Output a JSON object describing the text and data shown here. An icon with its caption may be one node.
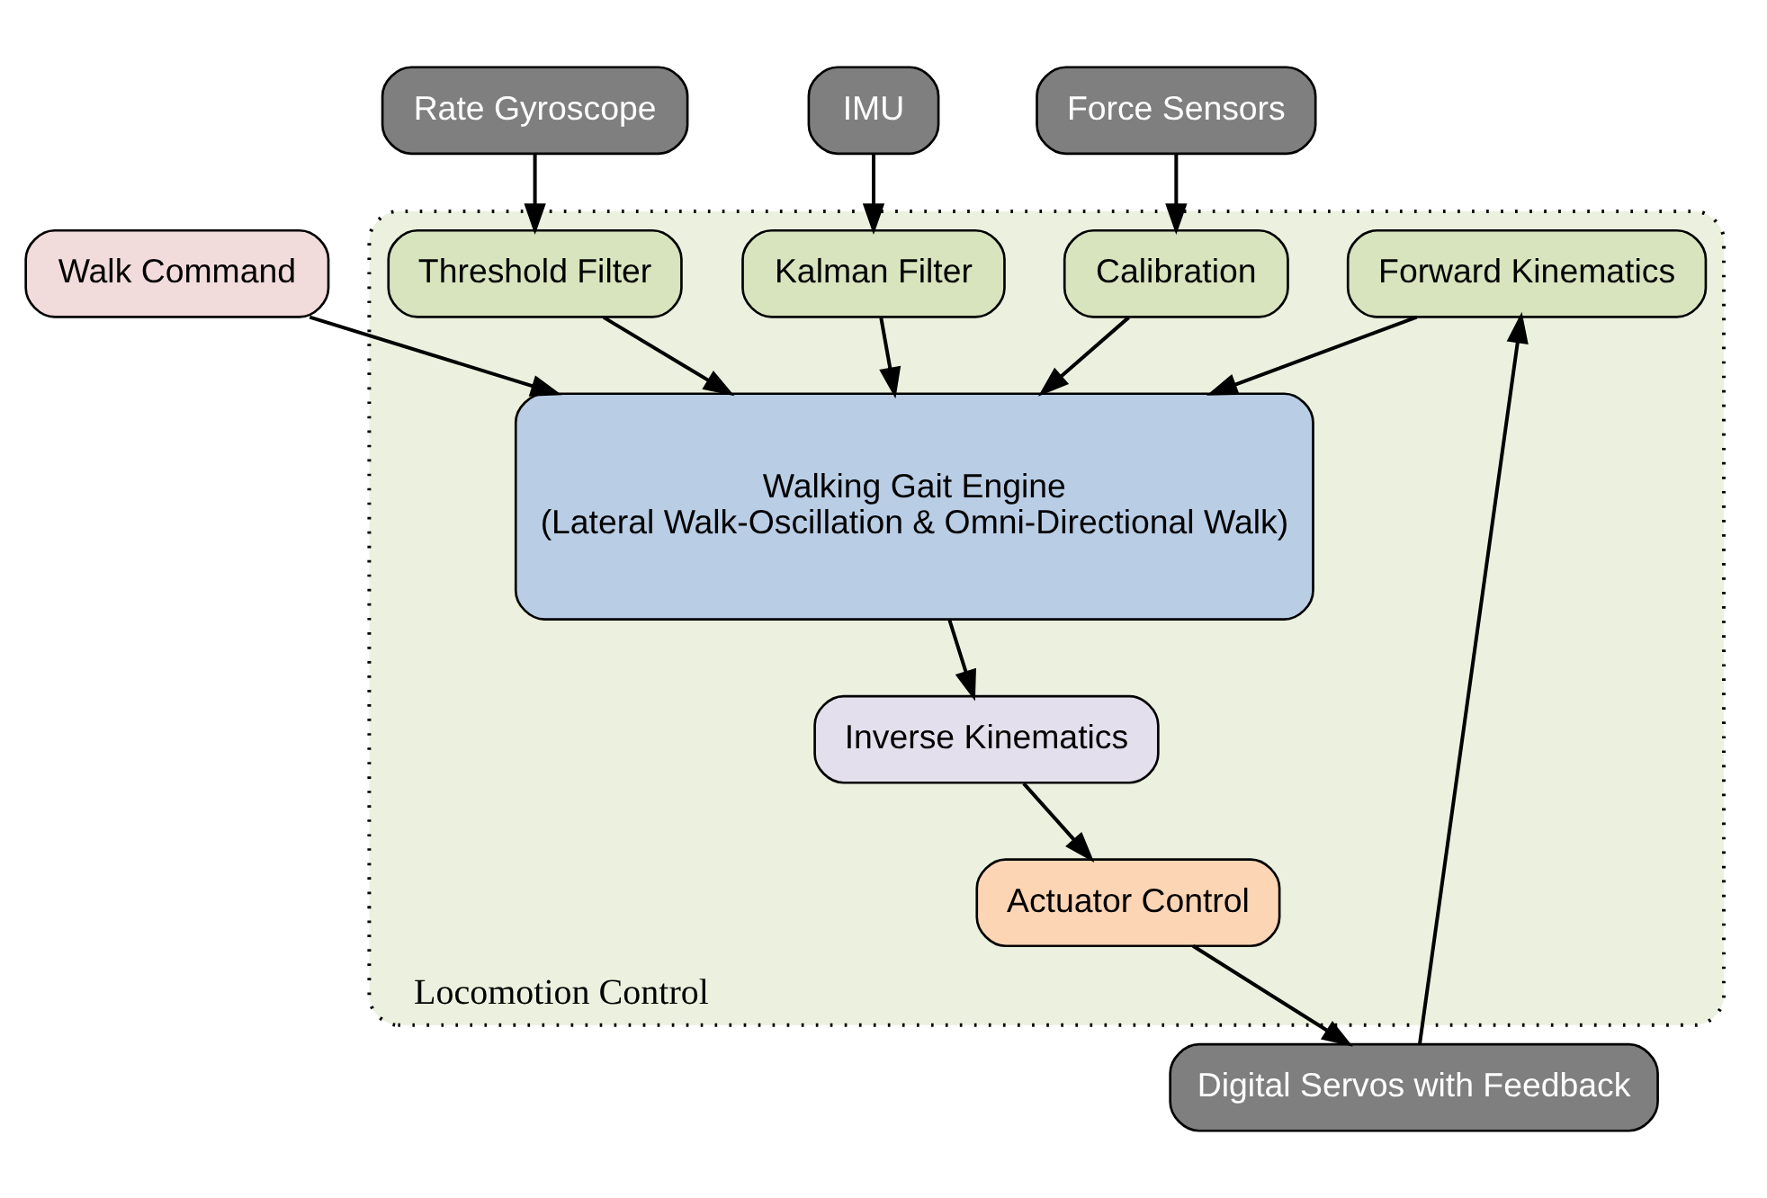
{
  "diagram": {
    "nodes": [
      {
        "text": [
          "Walk Command"
        ]
      },
      {
        "text": [
          "Locomotion Control"
        ]
      },
      {
        "text": [
          "Walking Gait Engine",
          "(Lateral Walk-Oscillation & Omni-Directional Walk)"
        ],
        "in": 1
      },
      {
        "text": [
          "Inverse Kinematics"
        ],
        "in": 1
      },
      {
        "text": [
          "Actuator Control"
        ],
        "in": 1
      },
      {
        "text": [
          "Threshold Filter"
        ],
        "in": 1
      },
      {
        "text": [
          "Kalman Filter"
        ],
        "in": 1
      },
      {
        "text": [
          "Calibration"
        ],
        "in": 1
      },
      {
        "text": [
          "Forward Kinematics"
        ],
        "in": 1
      },
      {
        "text": [
          "Rate Gyroscope"
        ]
      },
      {
        "text": [
          "IMU"
        ]
      },
      {
        "text": [
          "Force Sensors"
        ]
      },
      {
        "text": [
          "Digital Servos with Feedback"
        ]
      }
    ],
    "edges": [
      {
        "from": 0,
        "to": 2,
        "arrow": "to"
      },
      {
        "from": 2,
        "to": 3,
        "arrow": "to"
      },
      {
        "from": 3,
        "to": 4,
        "arrow": "to"
      },
      {
        "from": 5,
        "to": 2,
        "arrow": "to"
      },
      {
        "from": 6,
        "to": 2,
        "arrow": "to"
      },
      {
        "from": 7,
        "to": 2,
        "arrow": "to"
      },
      {
        "from": 8,
        "to": 2,
        "arrow": "to"
      },
      {
        "from": 9,
        "to": 5,
        "arrow": "to"
      },
      {
        "from": 10,
        "to": 6,
        "arrow": "to"
      },
      {
        "from": 11,
        "to": 7,
        "arrow": "to"
      },
      {
        "from": 12,
        "to": 8,
        "arrow": "to"
      },
      {
        "from": 4,
        "to": 12,
        "arrow": "to"
      }
    ]
  }
}
